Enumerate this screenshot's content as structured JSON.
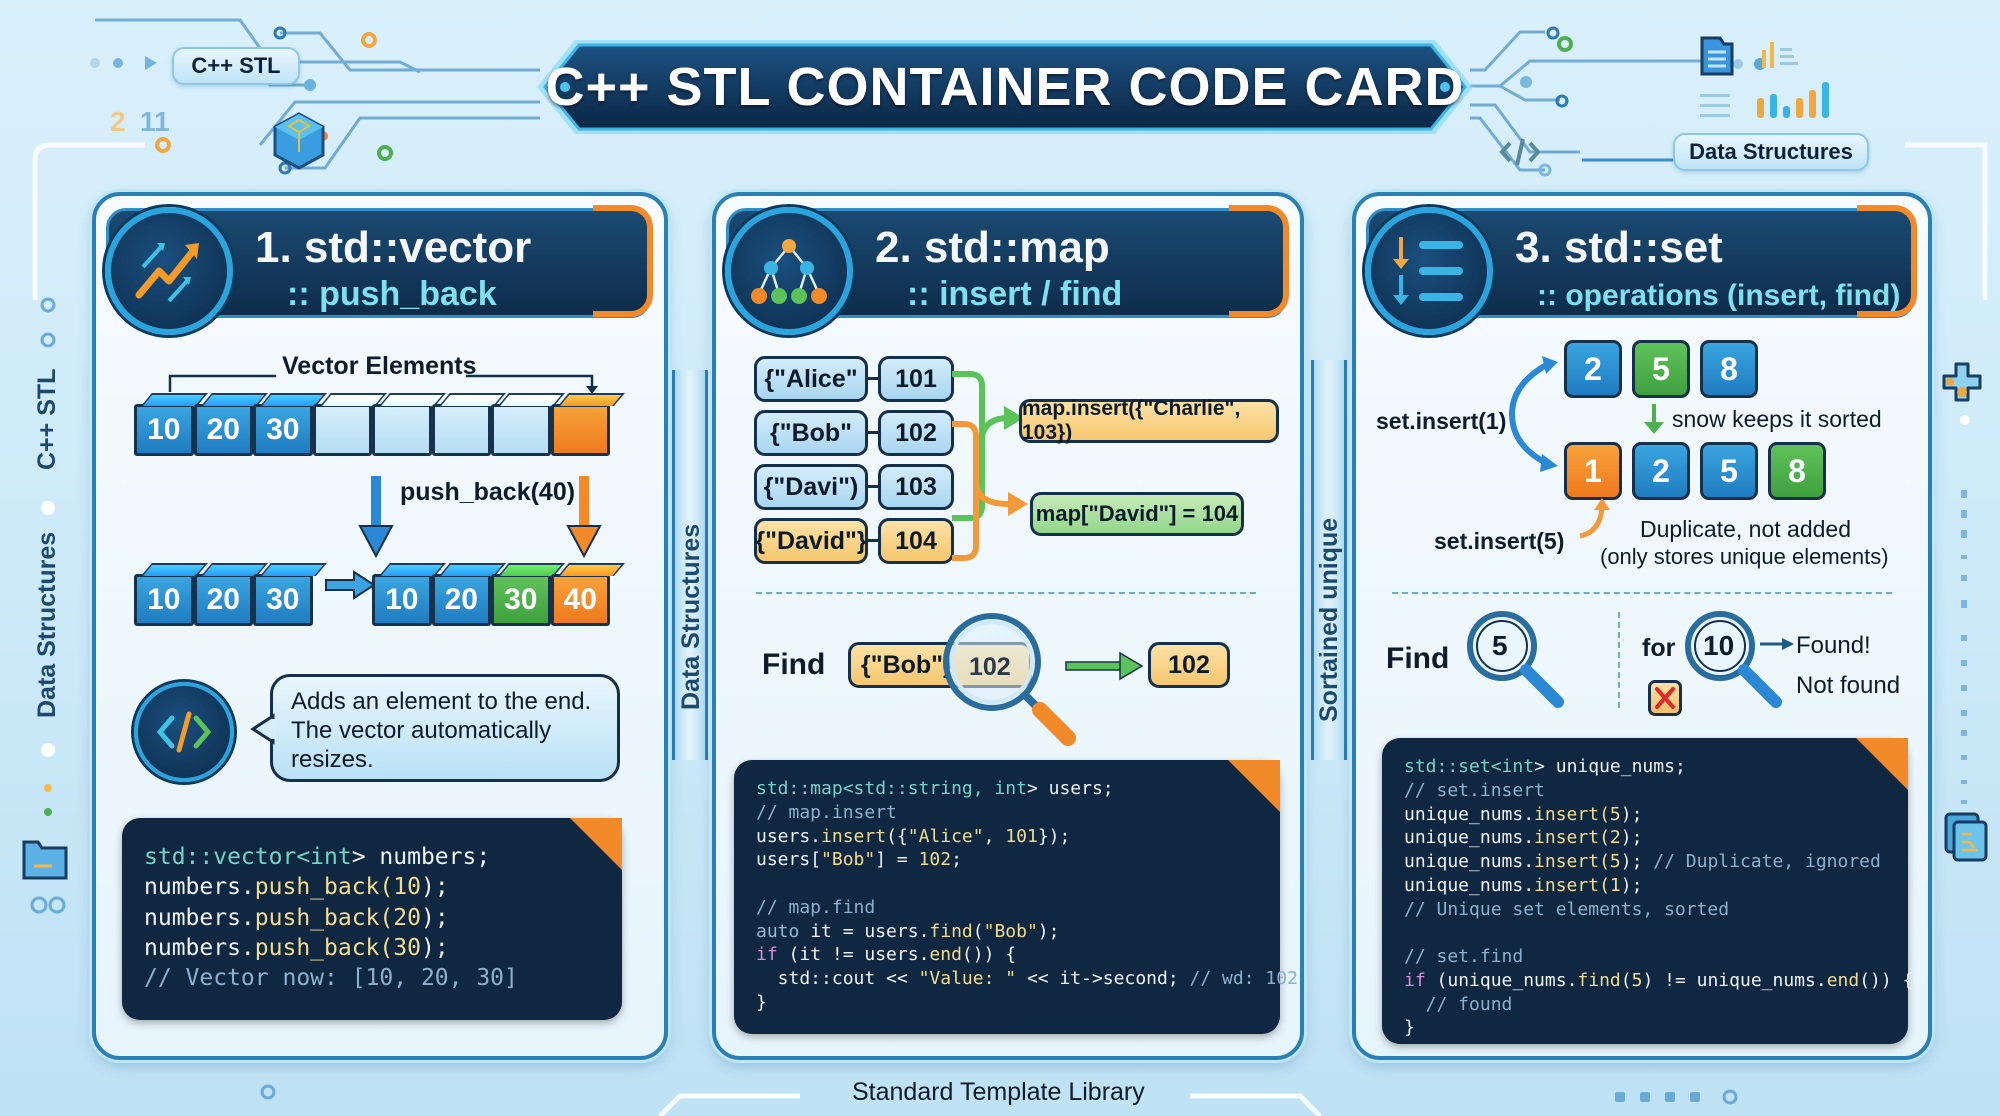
{
  "header": {
    "title": "C++ STL CONTAINER CODE CARD",
    "tag_left": "C++ STL",
    "tag_right": "Data Structures",
    "faint_numbers": [
      "2",
      "11"
    ],
    "code_icon_glyph": "</>"
  },
  "side_labels": {
    "left_outer": [
      "C++ STL",
      "Data Structures"
    ],
    "between_1_2": "Data Structures",
    "between_2_3": "Sortained unique"
  },
  "footer": {
    "label": "Standard Template Library"
  },
  "colors": {
    "navy": "#0e2c4b",
    "accent_blue": "#2a7fb4",
    "accent_orange": "#f28a2a",
    "accent_green": "#4caf50",
    "background": "#d9f0fb"
  },
  "cards": [
    {
      "icon": "trend-arrows-icon",
      "title": "1. std::vector",
      "subtitle": ":: push_back",
      "diagram": {
        "bracket_label": "Vector Elements",
        "top_row": [
          "10",
          "20",
          "30",
          "",
          "",
          "",
          "",
          ""
        ],
        "operation": "push_back(40)",
        "before_row": [
          "10",
          "20",
          "30"
        ],
        "after_row": [
          "10",
          "20",
          "30",
          "40"
        ]
      },
      "description": "Adds an element to the end. The vector automatically resizes.",
      "code": [
        [
          {
            "t": "std::vector<",
            "c": "type"
          },
          {
            "t": "int",
            "c": "type"
          },
          {
            "t": "> numbers;",
            "c": ""
          }
        ],
        [
          {
            "t": "numbers.",
            "c": ""
          },
          {
            "t": "push_back(",
            "c": "fn"
          },
          {
            "t": "10",
            "c": "num"
          },
          {
            "t": ");",
            "c": ""
          }
        ],
        [
          {
            "t": "numbers.",
            "c": ""
          },
          {
            "t": "push_back(",
            "c": "fn"
          },
          {
            "t": "20",
            "c": "num"
          },
          {
            "t": ");",
            "c": ""
          }
        ],
        [
          {
            "t": "numbers.",
            "c": ""
          },
          {
            "t": "push_back(",
            "c": "fn"
          },
          {
            "t": "30",
            "c": "num"
          },
          {
            "t": ");",
            "c": ""
          }
        ],
        [
          {
            "t": "// Vector now: [10, 20, 30]",
            "c": "cm"
          }
        ]
      ]
    },
    {
      "icon": "tree-nodes-icon",
      "title": "2. std::map",
      "subtitle": ":: insert / find",
      "diagram": {
        "pairs": [
          {
            "key": "{\"Alice\"",
            "value": "101",
            "style": "blue"
          },
          {
            "key": "{\"Bob\"",
            "value": "102",
            "style": "blue"
          },
          {
            "key": "{\"Davi\")",
            "value": "103",
            "style": "blue"
          },
          {
            "key": "{\"David\"}",
            "value": "104",
            "style": "orange"
          }
        ],
        "insert_call": "map.insert({\"Charlie\", 103})",
        "subscript_call": "map[\"David\"] = 104",
        "find_label": "Find",
        "find_key": "{\"Bob\"}",
        "find_value": "102",
        "find_result": "102"
      },
      "code": [
        [
          {
            "t": "std::map<std::string, ",
            "c": "type"
          },
          {
            "t": "int",
            "c": "type"
          },
          {
            "t": "> users;",
            "c": ""
          }
        ],
        [
          {
            "t": "// map.insert",
            "c": "cm"
          }
        ],
        [
          {
            "t": "users.",
            "c": ""
          },
          {
            "t": "insert",
            "c": "fn"
          },
          {
            "t": "({",
            "c": ""
          },
          {
            "t": "\"Alice\"",
            "c": "str"
          },
          {
            "t": ", ",
            "c": ""
          },
          {
            "t": "101",
            "c": "num"
          },
          {
            "t": "});",
            "c": ""
          }
        ],
        [
          {
            "t": "users[",
            "c": ""
          },
          {
            "t": "\"Bob\"",
            "c": "str"
          },
          {
            "t": "] = ",
            "c": ""
          },
          {
            "t": "102",
            "c": "num"
          },
          {
            "t": ";",
            "c": ""
          }
        ],
        [
          {
            "t": "",
            "c": ""
          }
        ],
        [
          {
            "t": "// map.find",
            "c": "cm"
          }
        ],
        [
          {
            "t": "auto",
            "c": "auto"
          },
          {
            "t": " it = users.",
            "c": ""
          },
          {
            "t": "find",
            "c": "fn"
          },
          {
            "t": "(",
            "c": ""
          },
          {
            "t": "\"Bob\"",
            "c": "str"
          },
          {
            "t": ");",
            "c": ""
          }
        ],
        [
          {
            "t": "if",
            "c": "kw"
          },
          {
            "t": " (it != users.",
            "c": ""
          },
          {
            "t": "end",
            "c": "fn"
          },
          {
            "t": "()) {",
            "c": ""
          }
        ],
        [
          {
            "t": "  std::cout << ",
            "c": ""
          },
          {
            "t": "\"Value: \"",
            "c": "str"
          },
          {
            "t": " << it->second; ",
            "c": ""
          },
          {
            "t": "// wd: 102",
            "c": "cm"
          }
        ],
        [
          {
            "t": "}",
            "c": ""
          }
        ]
      ]
    },
    {
      "icon": "sorted-list-icon",
      "title": "3. std::set",
      "subtitle": ":: operations (insert, find)",
      "diagram": {
        "before_set": [
          {
            "v": "2",
            "c": "blue"
          },
          {
            "v": "5",
            "c": "green"
          },
          {
            "v": "8",
            "c": "blue"
          }
        ],
        "after_set": [
          {
            "v": "1",
            "c": "orange"
          },
          {
            "v": "2",
            "c": "blue"
          },
          {
            "v": "5",
            "c": "blue"
          },
          {
            "v": "8",
            "c": "green"
          }
        ],
        "insert1_label": "set.insert(1)",
        "sorted_note": "snow keeps it sorted",
        "insert5_label": "set.insert(5)",
        "duplicate_note_1": "Duplicate, not added",
        "duplicate_note_2": "(only stores unique elements)",
        "find_label": "Find",
        "find_value": "5",
        "for_label": "for",
        "for_value": "10",
        "found_label": "Found!",
        "not_found_label": "Not found"
      },
      "code": [
        [
          {
            "t": "std::set<",
            "c": "type"
          },
          {
            "t": "int",
            "c": "type"
          },
          {
            "t": "> unique_nums;",
            "c": ""
          }
        ],
        [
          {
            "t": "// set.insert",
            "c": "cm"
          }
        ],
        [
          {
            "t": "unique_nums.",
            "c": ""
          },
          {
            "t": "insert(",
            "c": "fn"
          },
          {
            "t": "5",
            "c": "num"
          },
          {
            "t": ");",
            "c": ""
          }
        ],
        [
          {
            "t": "unique_nums.",
            "c": ""
          },
          {
            "t": "insert(",
            "c": "fn"
          },
          {
            "t": "2",
            "c": "num"
          },
          {
            "t": ");",
            "c": ""
          }
        ],
        [
          {
            "t": "unique_nums.",
            "c": ""
          },
          {
            "t": "insert(",
            "c": "fn"
          },
          {
            "t": "5",
            "c": "num"
          },
          {
            "t": "); ",
            "c": ""
          },
          {
            "t": "// Duplicate, ignored",
            "c": "cm"
          }
        ],
        [
          {
            "t": "unique_nums.",
            "c": ""
          },
          {
            "t": "insert(",
            "c": "fn"
          },
          {
            "t": "1",
            "c": "num"
          },
          {
            "t": ");",
            "c": ""
          }
        ],
        [
          {
            "t": "// Unique set elements, sorted",
            "c": "cm"
          }
        ],
        [
          {
            "t": "",
            "c": ""
          }
        ],
        [
          {
            "t": "// set.find",
            "c": "cm"
          }
        ],
        [
          {
            "t": "if",
            "c": "kw"
          },
          {
            "t": " (unique_nums.",
            "c": ""
          },
          {
            "t": "find",
            "c": "fn"
          },
          {
            "t": "(",
            "c": ""
          },
          {
            "t": "5",
            "c": "num"
          },
          {
            "t": ") != unique_nums.",
            "c": ""
          },
          {
            "t": "end",
            "c": "fn"
          },
          {
            "t": "()) {",
            "c": ""
          }
        ],
        [
          {
            "t": "  // found",
            "c": "cm"
          }
        ],
        [
          {
            "t": "}",
            "c": ""
          }
        ]
      ]
    }
  ]
}
